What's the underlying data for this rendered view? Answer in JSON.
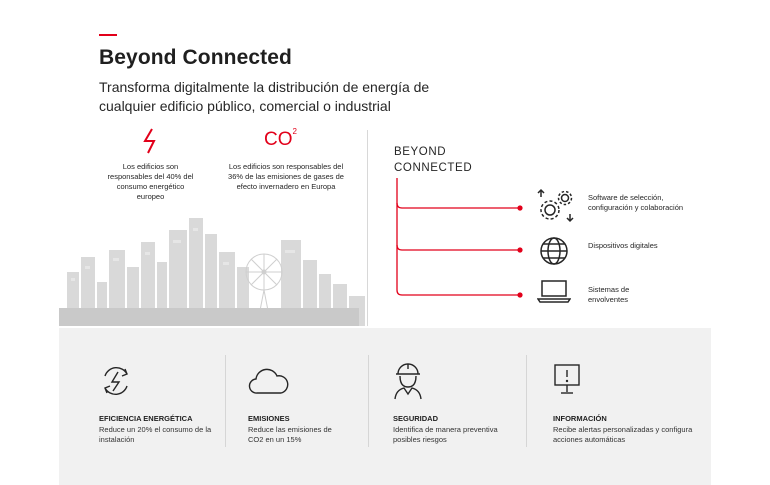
{
  "header": {
    "title": "Beyond Connected",
    "subtitle": "Transforma digitalmente la distribución de energía de cualquier edificio público, comercial o industrial"
  },
  "stats": [
    {
      "icon": "lightning-icon",
      "text": "Los edificios son responsables del 40% del consumo energético europeo"
    },
    {
      "icon": "co2-icon",
      "glyph": "CO",
      "sup": "2",
      "text": "Los edificios son responsables del 36% de las emisiones de gases de efecto invernadero en Europa"
    }
  ],
  "beyond_connected": {
    "heading": "BEYOND CONNECTED",
    "items": [
      {
        "icon": "gears-icon",
        "label": "Software de selección, configuración y colaboración"
      },
      {
        "icon": "globe-icon",
        "label": "Dispositivos digitales"
      },
      {
        "icon": "laptop-icon",
        "label": "Sistemas de envolventes"
      }
    ]
  },
  "features": [
    {
      "icon": "energy-cycle-icon",
      "title": "EFICIENCIA ENERGÉTICA",
      "desc": "Reduce un 20% el consumo de la instalación"
    },
    {
      "icon": "cloud-icon",
      "title": "EMISIONES",
      "desc": "Reduce las emisiones de CO2 en un 15%"
    },
    {
      "icon": "hardhat-worker-icon",
      "title": "SEGURIDAD",
      "desc": "Identifica de manera preventiva posibles riesgos"
    },
    {
      "icon": "alert-monitor-icon",
      "title": "INFORMACIÓN",
      "desc": "Recibe alertas personalizadas y configura acciones automáticas"
    }
  ],
  "colors": {
    "accent": "#e2001a",
    "panel": "#f1f1f1",
    "skyline": "#d4d4d4"
  }
}
